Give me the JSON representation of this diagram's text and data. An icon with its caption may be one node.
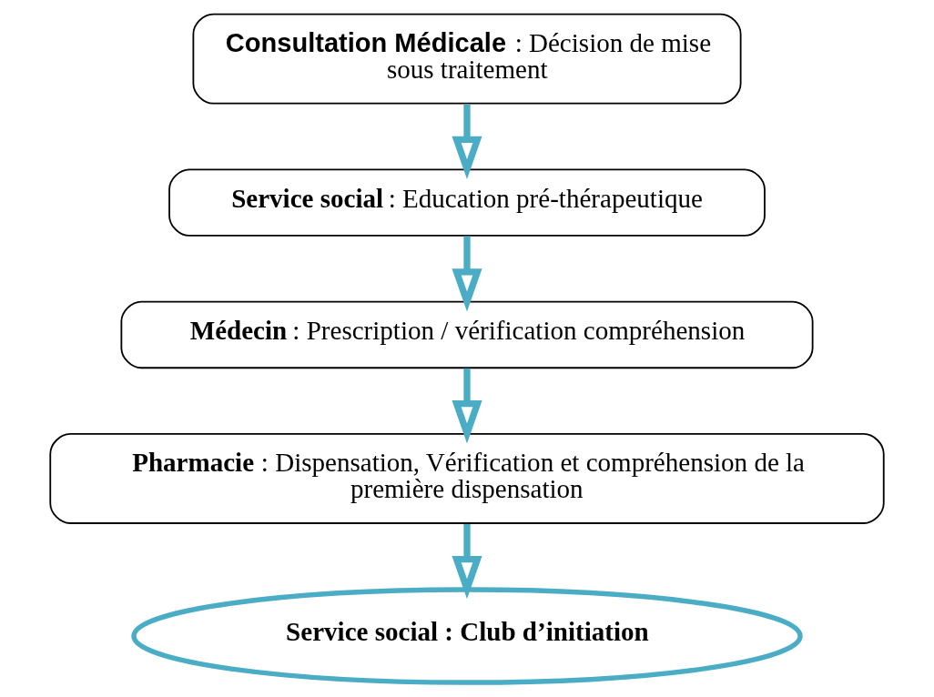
{
  "diagram": {
    "nodes": [
      {
        "text": [
          "**Consultation Médicale** : Décision de mise sous traitement"
        ]
      },
      {
        "text": [
          "**Service social** : Education pré-thérapeutique"
        ]
      },
      {
        "text": [
          "**Médecin** : Prescription / vérification compréhension"
        ]
      },
      {
        "text": [
          "**Pharmacie** : Dispensation, Vérification et compréhension de la première dispensation"
        ]
      },
      {
        "text": [
          "Service social : Club d’initiation"
        ]
      }
    ],
    "edges": [
      {
        "from": 0,
        "to": 1,
        "arrow": "to"
      },
      {
        "from": 1,
        "to": 2,
        "arrow": "to"
      },
      {
        "from": 2,
        "to": 3,
        "arrow": "to"
      },
      {
        "from": 3,
        "to": 4,
        "arrow": "to"
      }
    ]
  }
}
